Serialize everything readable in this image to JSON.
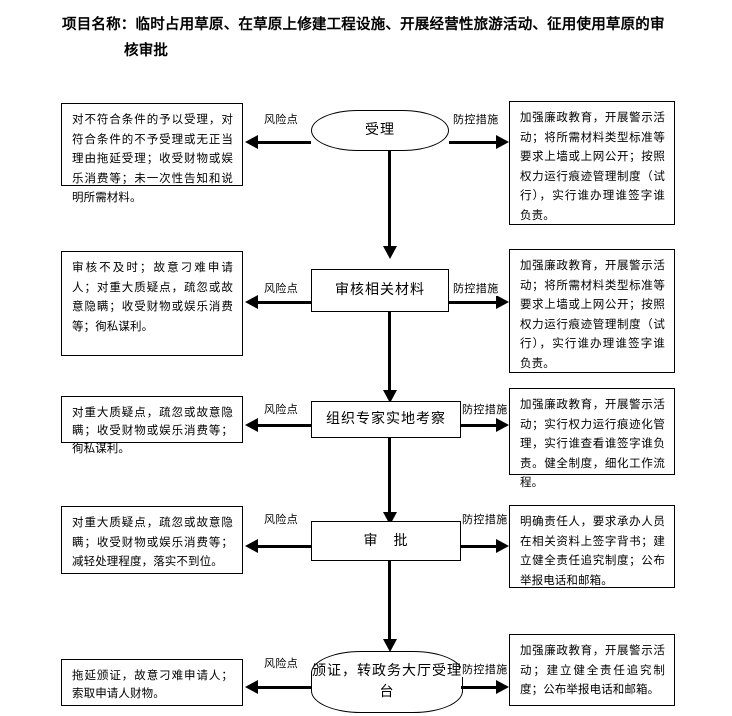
{
  "document": {
    "title_label": "项目名称：",
    "title_line1": "项目名称：临时占用草原、在草原上修建工程设施、开展经营性旅游活动、征用使用草原的审",
    "title_line2": "核审批"
  },
  "connector_labels": {
    "risk": "风险点",
    "control": "防控措施"
  },
  "flow": {
    "steps": [
      {
        "id": "step-acceptance",
        "node_label": "受理",
        "shape": "stadium",
        "risk_label": "风险点",
        "control_label": "防控措施",
        "risk_text": "对不符合条件的予以受理，对符合条件的不予受理或无正当理由拖延受理；收受财物或娱乐消费等；未一次性告知和说明所需材料。",
        "control_text": "加强廉政教育，开展警示活动；将所需材料类型标准等要求上墙或上网公开；按照权力运行痕迹管理制度（试行），实行谁办理谁签字谁负责。"
      },
      {
        "id": "step-review-materials",
        "node_label": "审核相关材料",
        "shape": "rect",
        "risk_label": "风险点",
        "control_label": "防控措施",
        "risk_text": "审核不及时；故意刁难申请人；对重大质疑点，疏忽或故意隐瞒；收受财物或娱乐消费等；徇私谋利。",
        "control_text": "加强廉政教育，开展警示活动；将所需材料类型标准等要求上墙或上网公开；按照权力运行痕迹管理制度（试行），实行谁办理谁签字谁负责。"
      },
      {
        "id": "step-expert-survey",
        "node_label": "组织专家实地考察",
        "shape": "rect",
        "risk_label": "风险点",
        "control_label": "防控措施",
        "risk_text": "对重大质疑点，疏忽或故意隐瞒；收受财物或娱乐消费等；徇私谋利。",
        "control_text": "加强廉政教育，开展警示活动；实行权力运行痕迹化管理，实行谁查看谁签字谁负责。健全制度，细化工作流程。"
      },
      {
        "id": "step-approval",
        "node_label": "审　批",
        "shape": "rect",
        "risk_label": "风险点",
        "control_label": "防控措施",
        "risk_text": "对重大质疑点，疏忽或故意隐瞒；收受财物或娱乐消费等；减轻处理程度，落实不到位。",
        "control_text": "明确责任人，要求承办人员在相关资料上签字背书；建立健全责任追究制度；公布举报电话和邮箱。"
      },
      {
        "id": "step-issue-certificate",
        "node_label": "颁证，转政务大厅受理台",
        "shape": "stadium",
        "risk_label": "风险点",
        "control_label": "防控措施",
        "risk_text": "拖延颁证，故意刁难申请人；索取申请人财物。",
        "control_text": "加强廉政教育，开展警示活动；建立健全责任追究制度；公布举报电话和邮箱。"
      }
    ]
  },
  "colors": {
    "stroke": "#000000",
    "background": "#ffffff",
    "text": "#000000"
  }
}
